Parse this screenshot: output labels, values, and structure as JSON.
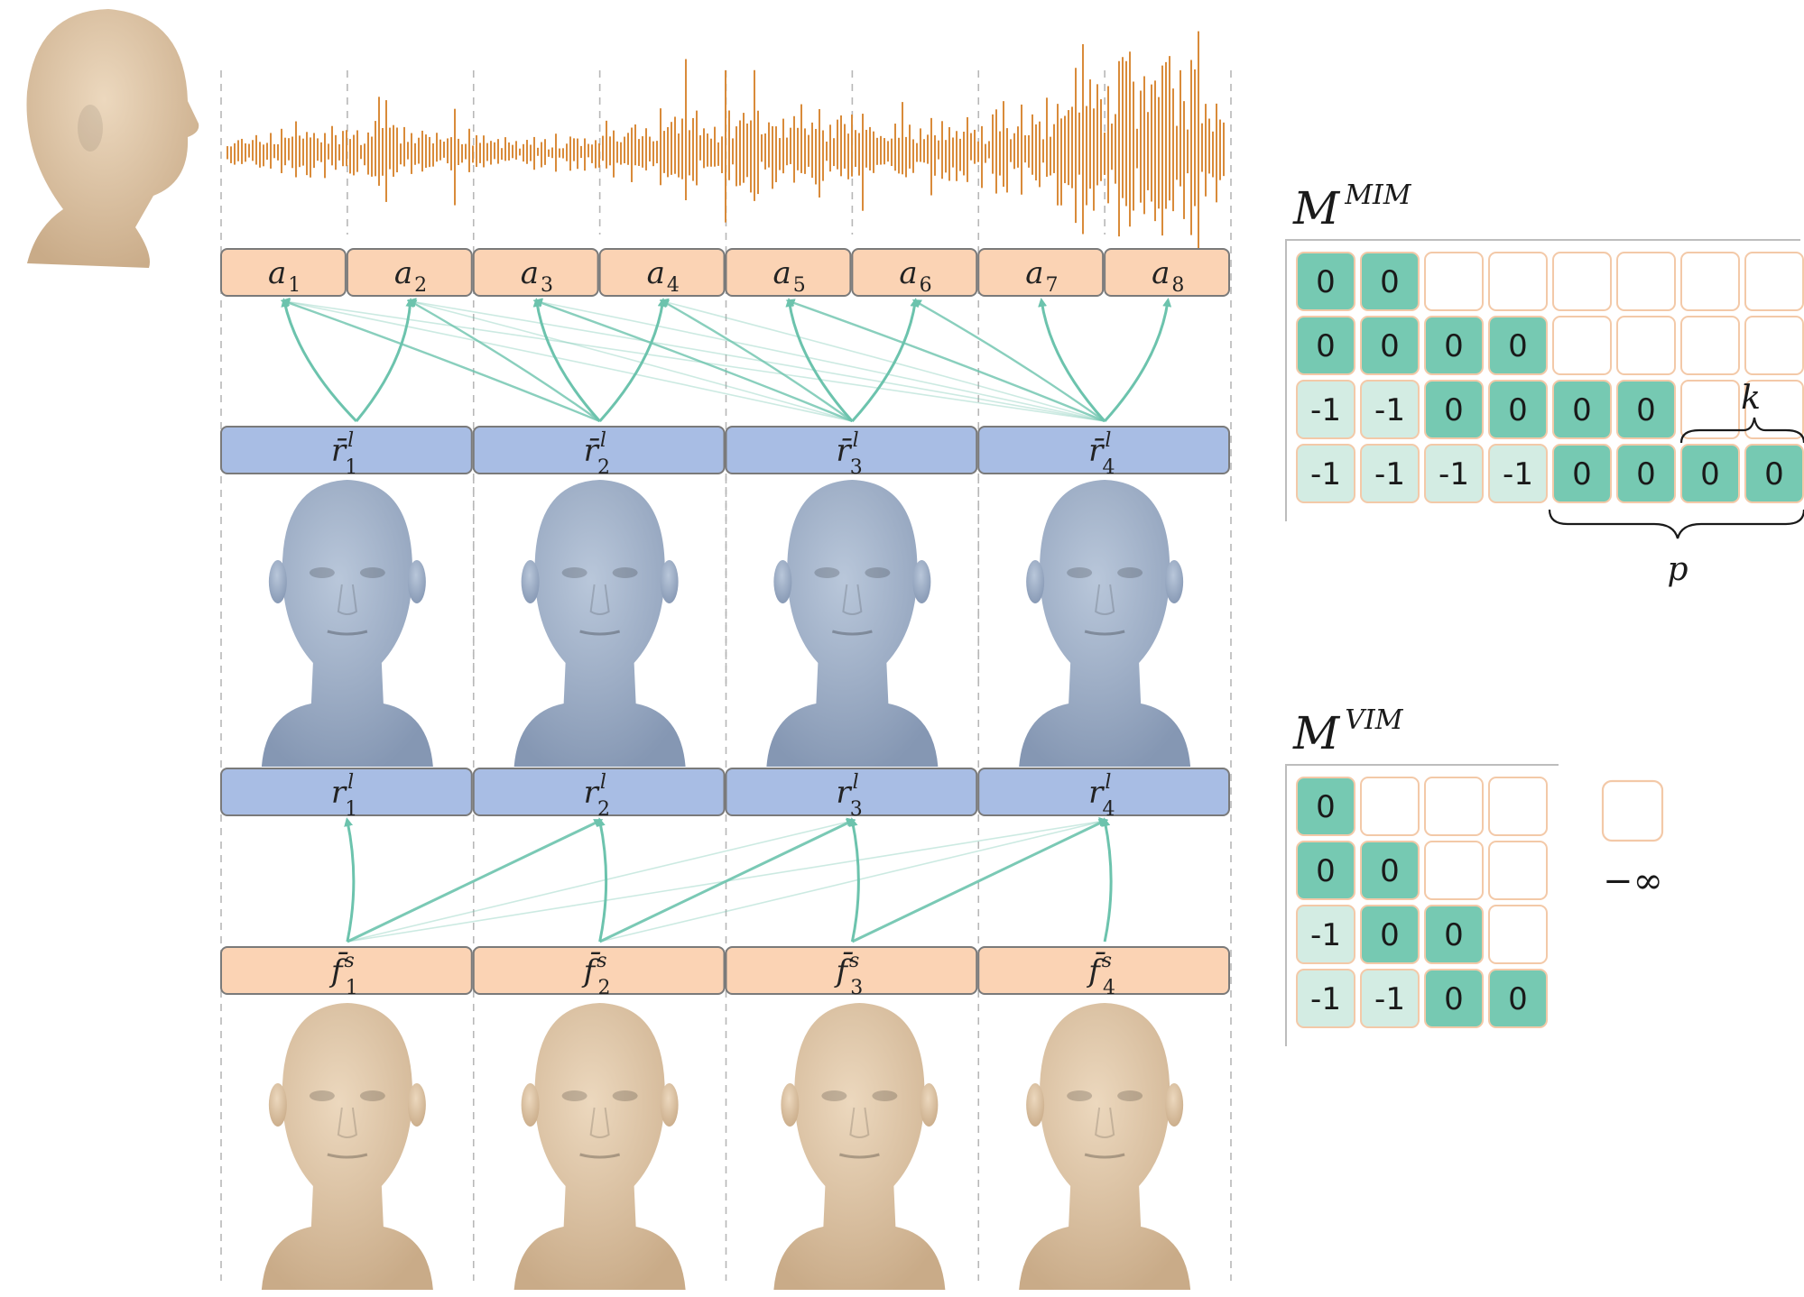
{
  "colors": {
    "audio_token": "#fbd3b4",
    "motion_token": "#a8bde4",
    "style_token": "#fbd3b4",
    "token_border": "#7a7a7a",
    "arrow": "#6cc3ad",
    "mask_zero": "#76c9b2",
    "mask_neg": "#d3ece3",
    "mask_empty_border": "#f3c9a8",
    "waveform": "#d98b3a",
    "face_tan": "#dcc3a3",
    "face_blue": "#9fb1cb"
  },
  "audio_tokens": [
    {
      "base": "a",
      "sub": "1"
    },
    {
      "base": "a",
      "sub": "2"
    },
    {
      "base": "a",
      "sub": "3"
    },
    {
      "base": "a",
      "sub": "4"
    },
    {
      "base": "a",
      "sub": "5"
    },
    {
      "base": "a",
      "sub": "6"
    },
    {
      "base": "a",
      "sub": "7"
    },
    {
      "base": "a",
      "sub": "8"
    }
  ],
  "motion_bar_tokens": [
    {
      "base": "r̄",
      "sup": "l",
      "sub": "1"
    },
    {
      "base": "r̄",
      "sup": "l",
      "sub": "2"
    },
    {
      "base": "r̄",
      "sup": "l",
      "sub": "3"
    },
    {
      "base": "r̄",
      "sup": "l",
      "sub": "4"
    }
  ],
  "motion_tokens": [
    {
      "base": "r",
      "sup": "l",
      "sub": "1"
    },
    {
      "base": "r",
      "sup": "l",
      "sub": "2"
    },
    {
      "base": "r",
      "sup": "l",
      "sub": "3"
    },
    {
      "base": "r",
      "sup": "l",
      "sub": "4"
    }
  ],
  "style_tokens": [
    {
      "base": "f̄",
      "sup": "s",
      "sub": "1"
    },
    {
      "base": "f̄",
      "sup": "s",
      "sub": "2"
    },
    {
      "base": "f̄",
      "sup": "s",
      "sub": "3"
    },
    {
      "base": "f̄",
      "sup": "s",
      "sub": "4"
    }
  ],
  "mim": {
    "title": "M",
    "superscript": "MIM",
    "rows": [
      [
        "0",
        "0",
        "",
        "",
        "",
        "",
        "",
        ""
      ],
      [
        "0",
        "0",
        "0",
        "0",
        "",
        "",
        "",
        ""
      ],
      [
        "-1",
        "-1",
        "0",
        "0",
        "0",
        "0",
        "",
        ""
      ],
      [
        "-1",
        "-1",
        "-1",
        "-1",
        "0",
        "0",
        "0",
        "0"
      ]
    ],
    "brace_k": "k",
    "brace_p": "p"
  },
  "vim": {
    "title": "M",
    "superscript": "VIM",
    "rows": [
      [
        "0",
        "",
        "",
        ""
      ],
      [
        "0",
        "0",
        "",
        ""
      ],
      [
        "-1",
        "0",
        "0",
        ""
      ],
      [
        "-1",
        "-1",
        "0",
        "0"
      ]
    ]
  },
  "legend": {
    "label": "−∞"
  }
}
